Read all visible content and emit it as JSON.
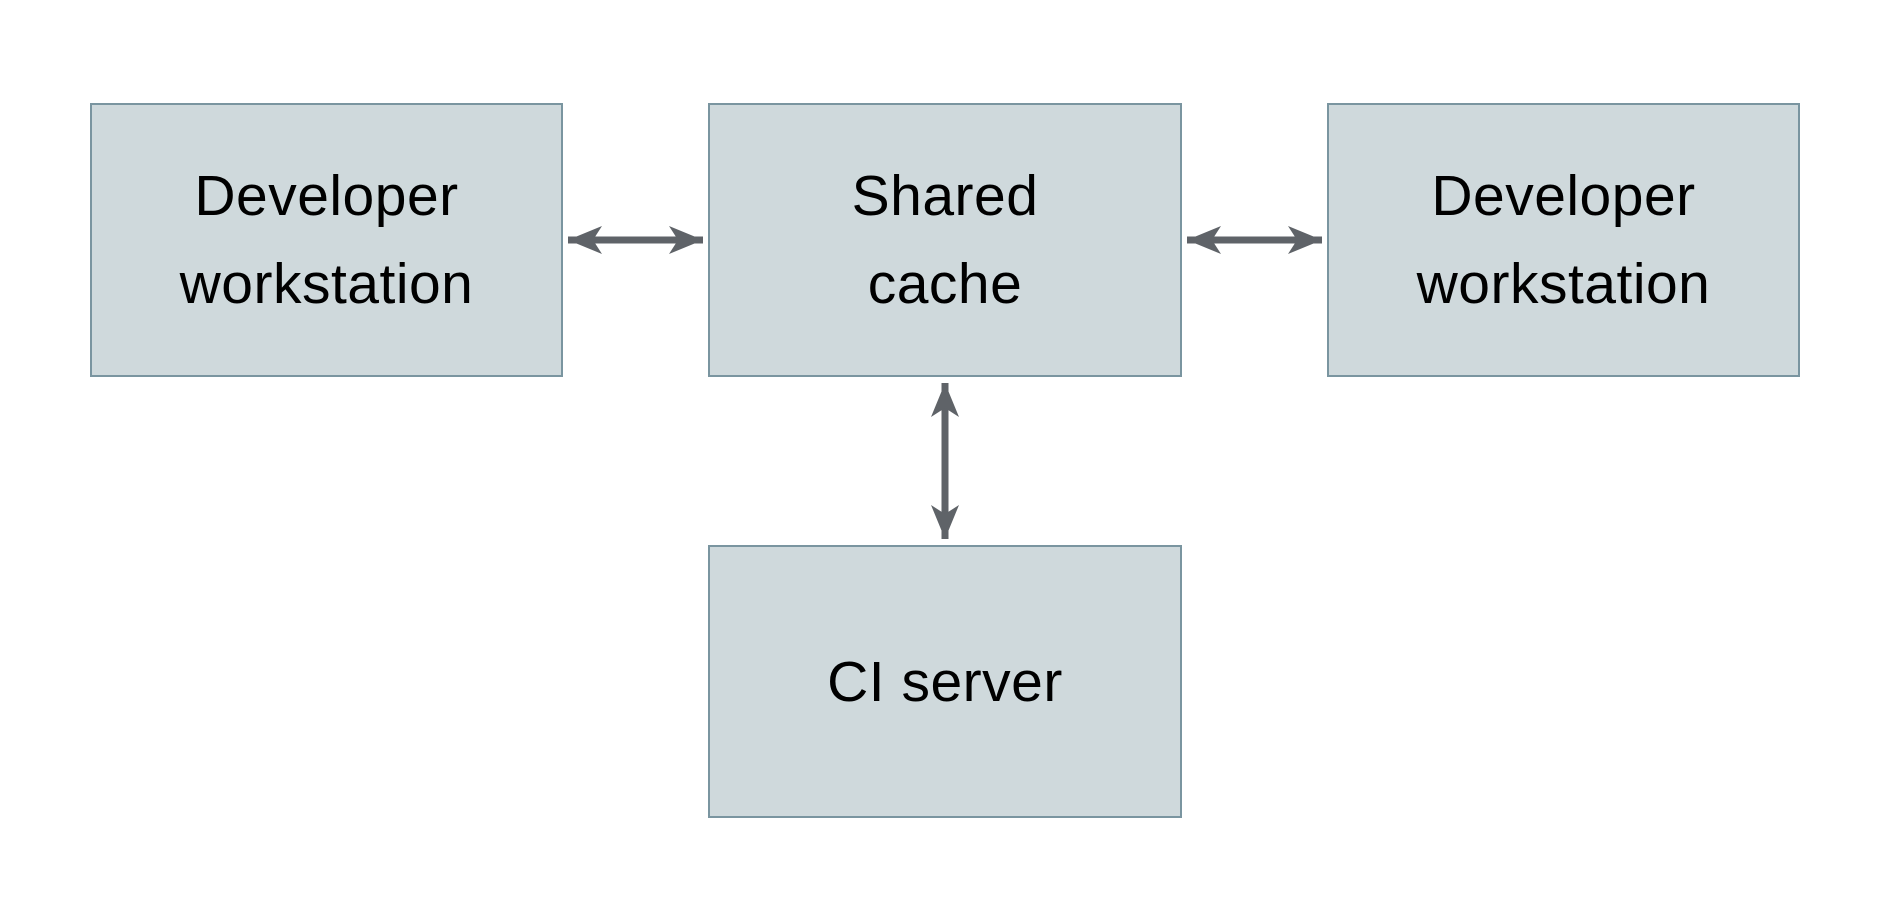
{
  "diagram": {
    "nodes": [
      {
        "id": "developer-workstation-left",
        "label": "Developer\nworkstation"
      },
      {
        "id": "shared-cache",
        "label": "Shared\ncache"
      },
      {
        "id": "developer-workstation-right",
        "label": "Developer\nworkstation"
      },
      {
        "id": "ci-server",
        "label": "CI server"
      }
    ],
    "edges": [
      {
        "from": "developer-workstation-left",
        "to": "shared-cache",
        "style": "bidirectional-arrow"
      },
      {
        "from": "shared-cache",
        "to": "developer-workstation-right",
        "style": "bidirectional-arrow"
      },
      {
        "from": "shared-cache",
        "to": "ci-server",
        "style": "bidirectional-arrow"
      }
    ],
    "colors": {
      "background": "#ffffff",
      "node_fill": "#cfd9dc",
      "node_border": "#7a95a0",
      "arrow": "#5f6368",
      "text": "#000000"
    }
  }
}
